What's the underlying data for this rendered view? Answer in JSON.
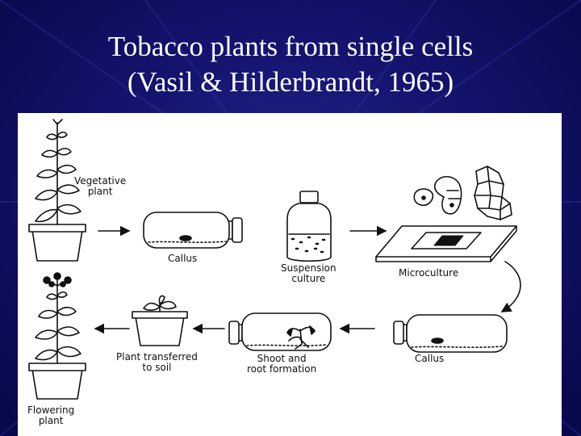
{
  "slide": {
    "title_line1": "Tobacco plants from single cells",
    "title_line2": "(Vasil & Hilderbrandt, 1965)"
  },
  "diagram": {
    "labels": {
      "vegetative_line1": "Vegetative",
      "vegetative_line2": "plant",
      "callus_top": "Callus",
      "suspension_line1": "Suspension",
      "suspension_line2": "culture",
      "microculture": "Microculture",
      "transferred_line1": "Plant transferred",
      "transferred_line2": "to soil",
      "shoot_line1": "Shoot and",
      "shoot_line2": "root formation",
      "callus_bottom": "Callus",
      "flowering_line1": "Flowering",
      "flowering_line2": "plant"
    },
    "colors": {
      "background": "#14146f",
      "title": "#ffffff",
      "figure_bg": "#ffffff",
      "ink": "#111111"
    }
  }
}
